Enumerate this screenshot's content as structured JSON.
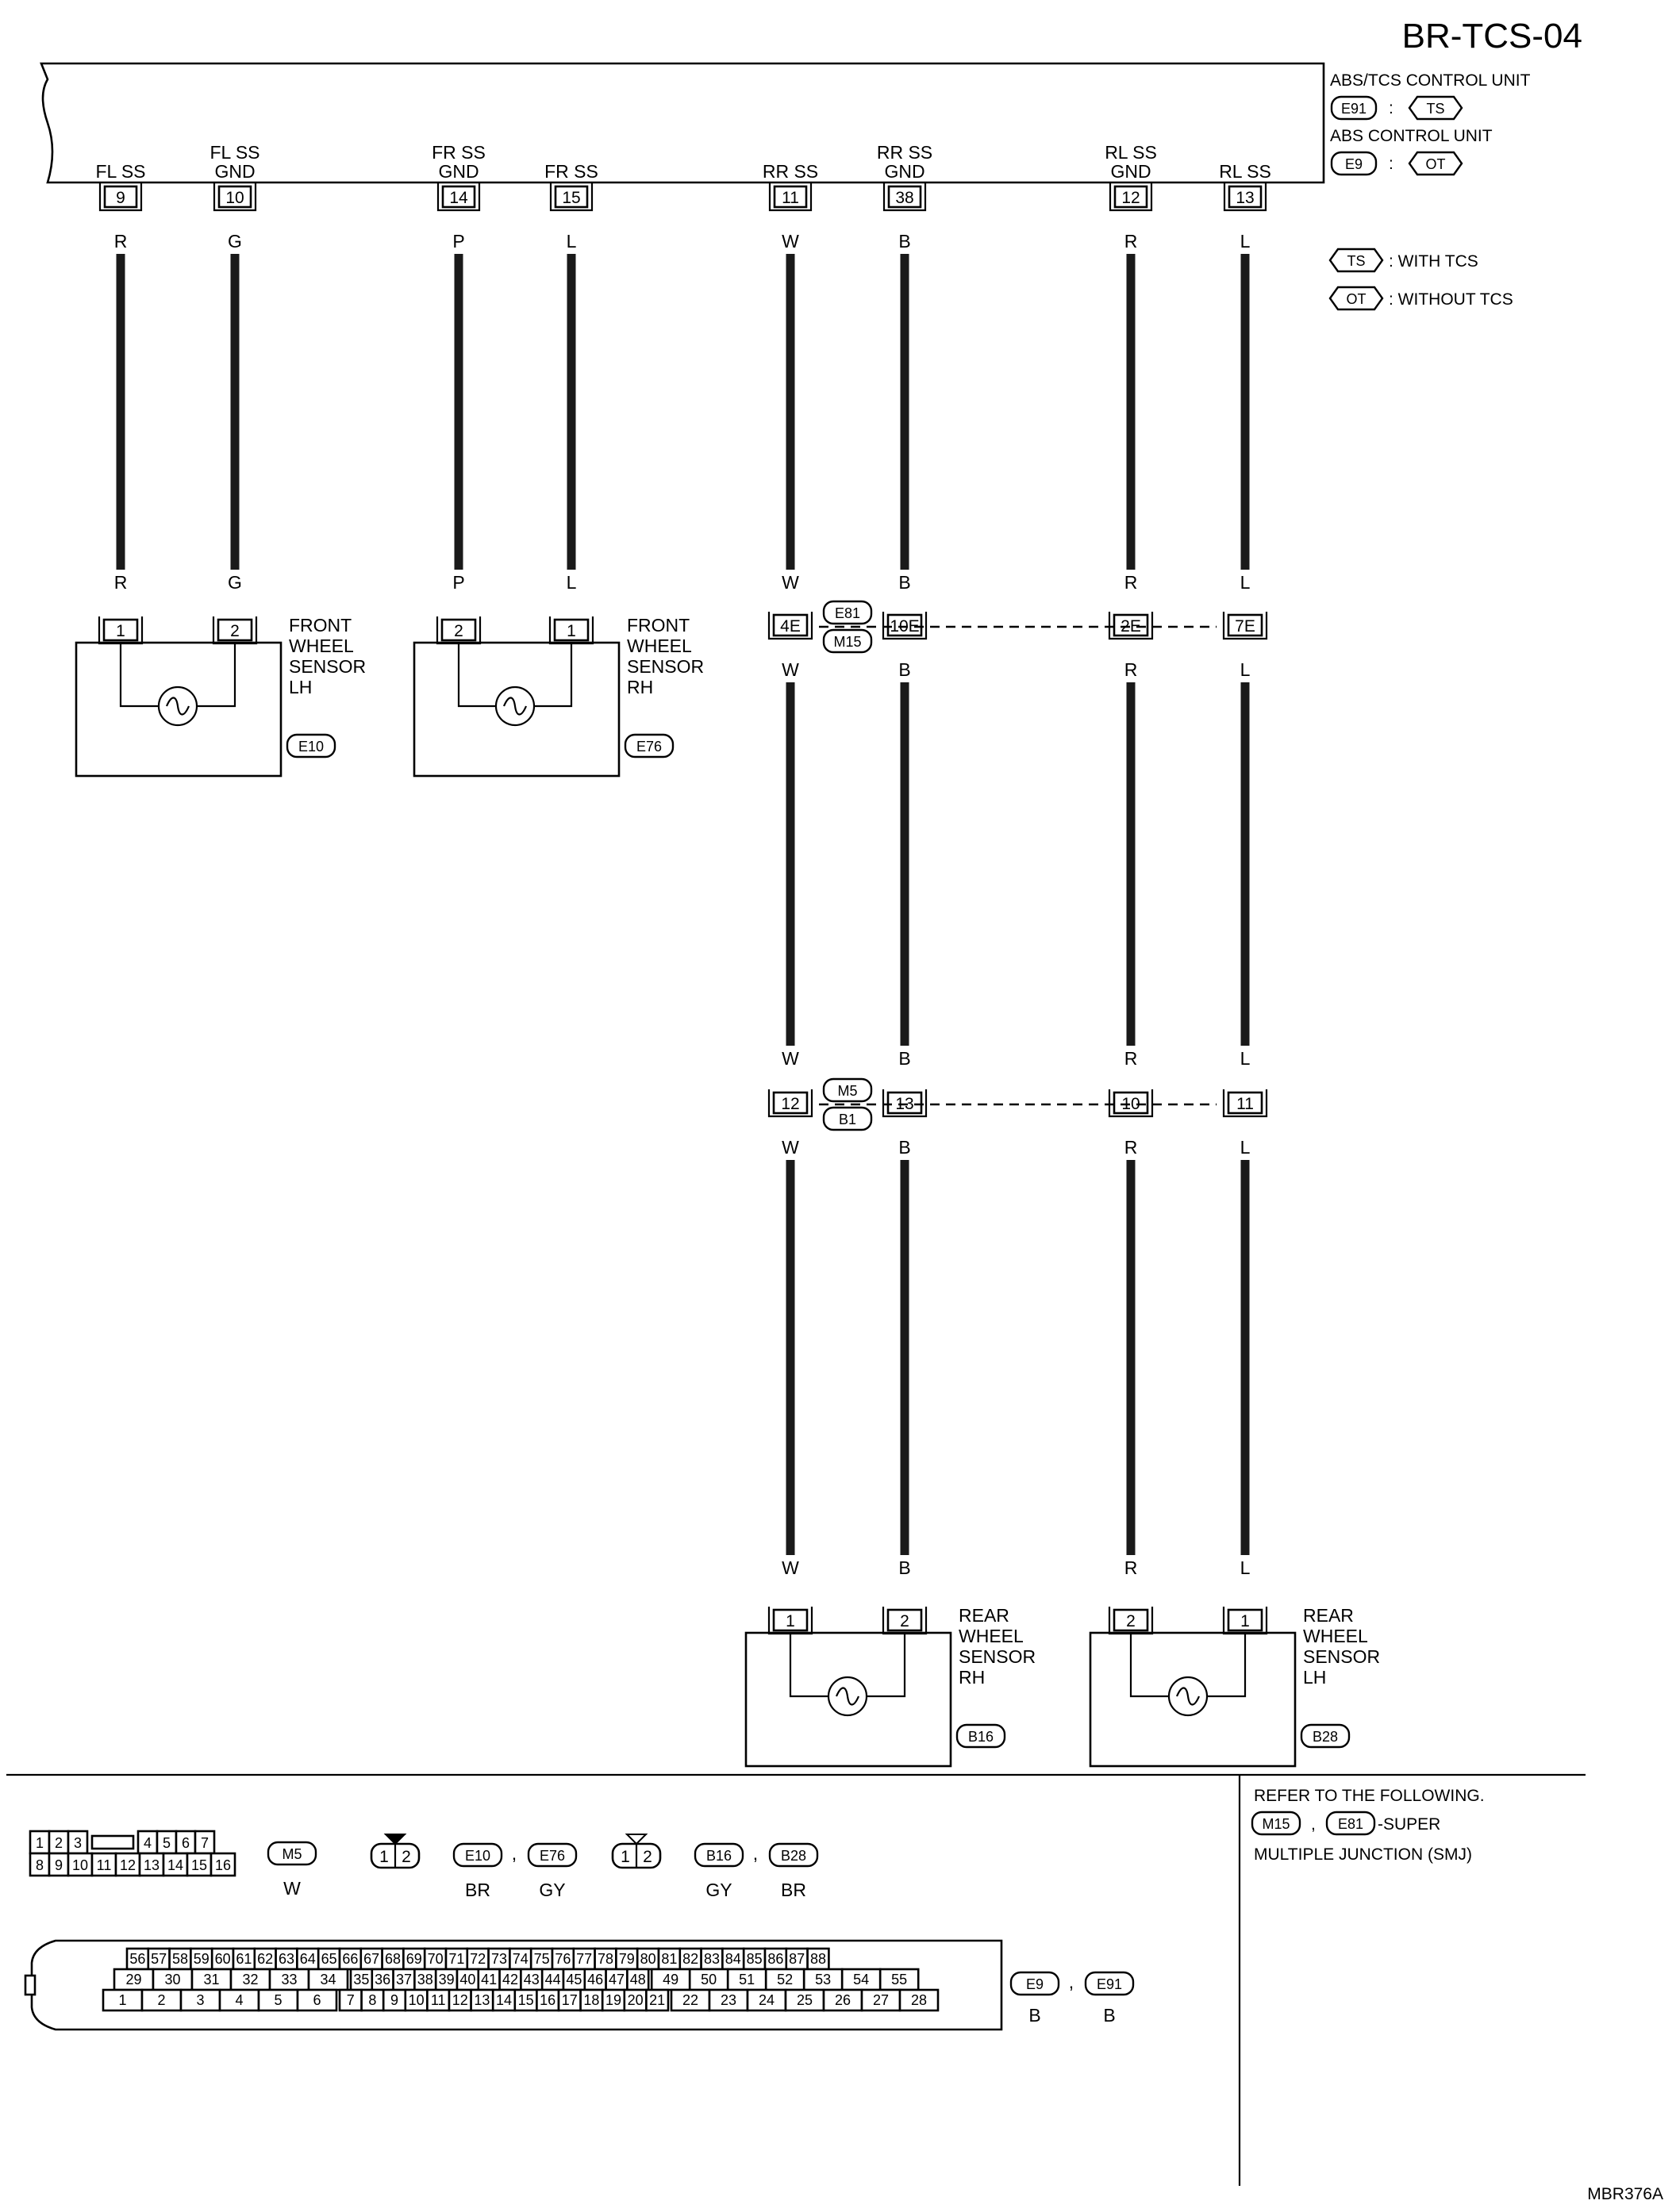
{
  "title": "BR-TCS-04",
  "figure_id": "MBR376A",
  "control_unit": {
    "name_tcs": "ABS/TCS CONTROL UNIT",
    "connector_tcs": "E91",
    "tag_tcs": "TS",
    "name_abs": "ABS CONTROL UNIT",
    "connector_abs": "E9",
    "tag_abs": "OT",
    "separator": ":",
    "terminals": [
      {
        "l1": "",
        "l2": "FL SS",
        "pin": "9"
      },
      {
        "l1": "FL SS",
        "l2": "GND",
        "pin": "10"
      },
      {
        "l1": "FR SS",
        "l2": "GND",
        "pin": "14"
      },
      {
        "l1": "",
        "l2": "FR SS",
        "pin": "15"
      },
      {
        "l1": "",
        "l2": "RR SS",
        "pin": "11"
      },
      {
        "l1": "RR SS",
        "l2": "GND",
        "pin": "38"
      },
      {
        "l1": "RL SS",
        "l2": "GND",
        "pin": "12"
      },
      {
        "l1": "",
        "l2": "RL SS",
        "pin": "13"
      }
    ]
  },
  "legend": [
    {
      "tag": "TS",
      "text": ": WITH TCS"
    },
    {
      "tag": "OT",
      "text": ": WITHOUT TCS"
    }
  ],
  "wire_colors": [
    "R",
    "G",
    "P",
    "L",
    "W",
    "B",
    "R",
    "L"
  ],
  "junction1": {
    "pins": [
      "4E",
      "10E",
      "2E",
      "7E"
    ],
    "connector_top": "E81",
    "connector_bottom": "M15"
  },
  "junction2": {
    "pins": [
      "12",
      "13",
      "10",
      "11"
    ],
    "connector_top": "M5",
    "connector_bottom": "B1"
  },
  "sensors": [
    {
      "lines": [
        "FRONT",
        "WHEEL",
        "SENSOR",
        "LH"
      ],
      "connector": "E10",
      "pins": [
        "1",
        "2"
      ]
    },
    {
      "lines": [
        "FRONT",
        "WHEEL",
        "SENSOR",
        "RH"
      ],
      "connector": "E76",
      "pins": [
        "2",
        "1"
      ]
    },
    {
      "lines": [
        "REAR",
        "WHEEL",
        "SENSOR",
        "RH"
      ],
      "connector": "B16",
      "pins": [
        "1",
        "2"
      ]
    },
    {
      "lines": [
        "REAR",
        "WHEEL",
        "SENSOR",
        "LH"
      ],
      "connector": "B28",
      "pins": [
        "2",
        "1"
      ]
    }
  ],
  "connectors_ref": {
    "m5": {
      "name": "M5",
      "color": "W",
      "row1": [
        "1",
        "2",
        "3",
        "",
        "4",
        "5",
        "6",
        "7"
      ],
      "row2": [
        "8",
        "9",
        "10",
        "11",
        "12",
        "13",
        "14",
        "15",
        "16"
      ]
    },
    "sensor_front": {
      "pins": [
        "1",
        "2"
      ],
      "names": [
        "E10",
        "E76"
      ],
      "colors": [
        "BR",
        "GY"
      ]
    },
    "sensor_rear": {
      "pins": [
        "1",
        "2"
      ],
      "names": [
        "B16",
        "B28"
      ],
      "colors": [
        "GY",
        "BR"
      ]
    },
    "ecu": {
      "names": [
        "E9",
        "E91"
      ],
      "colors": [
        "B",
        "B"
      ],
      "row1": [
        "56",
        "57",
        "58",
        "59",
        "60",
        "61",
        "62",
        "63",
        "64",
        "65",
        "66",
        "67",
        "68",
        "69",
        "70",
        "71",
        "72",
        "73",
        "74",
        "75",
        "76",
        "77",
        "78",
        "79",
        "80",
        "81",
        "82",
        "83",
        "84",
        "85",
        "86",
        "87",
        "88"
      ],
      "row2a": [
        "29",
        "30",
        "31",
        "32",
        "33",
        "34"
      ],
      "row2b": [
        "35",
        "36",
        "37",
        "38",
        "39",
        "40",
        "41",
        "42",
        "43",
        "44",
        "45",
        "46",
        "47",
        "48"
      ],
      "row2c": [
        "49",
        "50",
        "51",
        "52",
        "53",
        "54",
        "55"
      ],
      "row3a": [
        "1",
        "2",
        "3",
        "4",
        "5",
        "6"
      ],
      "row3b": [
        "7",
        "8",
        "9",
        "10",
        "11",
        "12",
        "13",
        "14",
        "15",
        "16",
        "17",
        "18",
        "19",
        "20",
        "21"
      ],
      "row3c": [
        "22",
        "23",
        "24",
        "25",
        "26",
        "27",
        "28"
      ]
    },
    "comma": ","
  },
  "refer_note": {
    "line1": "REFER TO THE FOLLOWING.",
    "conn1": "M15",
    "comma": ",",
    "conn2": "E81",
    "suffix": "-SUPER",
    "line3": "MULTIPLE JUNCTION (SMJ)"
  }
}
